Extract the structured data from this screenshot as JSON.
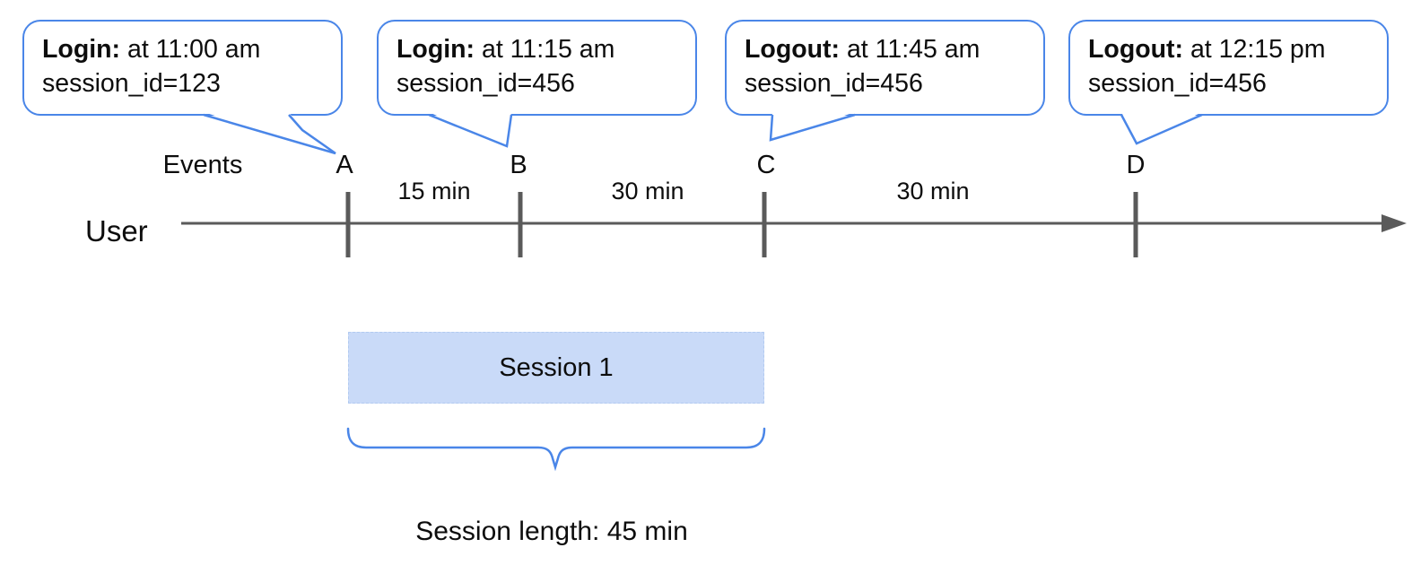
{
  "bubbles": [
    {
      "title": "Login:",
      "time": " at 11:00 am",
      "session": "session_id=123"
    },
    {
      "title": "Login:",
      "time": " at 11:15 am",
      "session": "session_id=456"
    },
    {
      "title": "Logout:",
      "time": " at 11:45 am",
      "session": "session_id=456"
    },
    {
      "title": "Logout:",
      "time": " at 12:15 pm",
      "session": "session_id=456"
    }
  ],
  "timeline": {
    "events_label": "Events",
    "user_label": "User",
    "events": [
      {
        "label": "A"
      },
      {
        "label": "B"
      },
      {
        "label": "C"
      },
      {
        "label": "D"
      }
    ],
    "intervals": [
      {
        "label": "15 min"
      },
      {
        "label": "30 min"
      },
      {
        "label": "30 min"
      }
    ]
  },
  "session": {
    "box_label": "Session 1",
    "length_label": "Session length: 45 min"
  },
  "colors": {
    "bubble_border": "#4a86e8",
    "session_fill": "#c9daf8",
    "timeline_gray": "#5a5a5a",
    "text": "#0d0d0d"
  }
}
